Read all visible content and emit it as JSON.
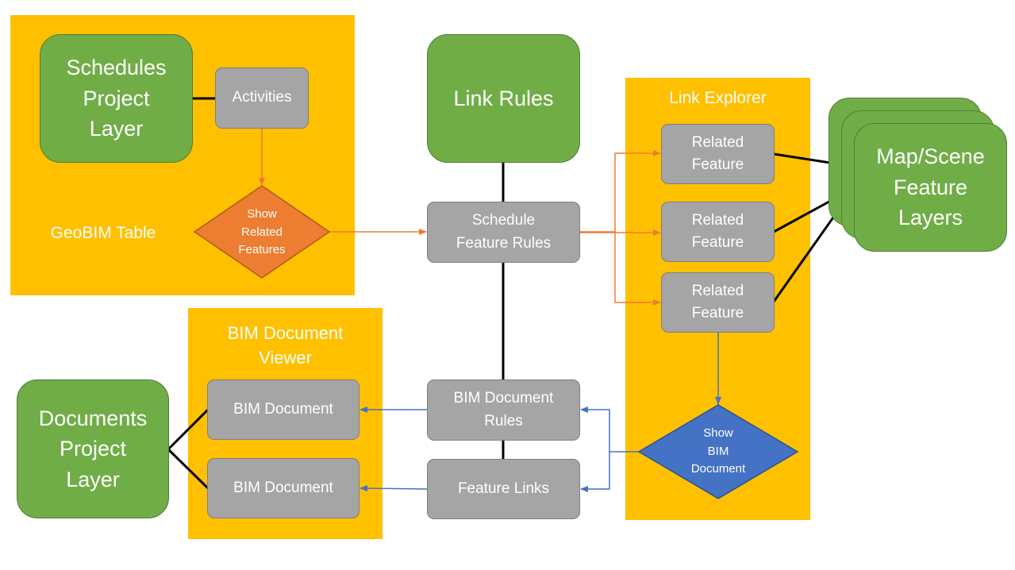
{
  "panels": {
    "geobim_table": "GeoBIM Table",
    "link_explorer": "Link Explorer",
    "bim_viewer": "BIM Document\nViewer"
  },
  "nodes": {
    "schedules_layer": "Schedules\nProject\nLayer",
    "activities": "Activities",
    "show_related": "Show\nRelated\nFeatures",
    "link_rules": "Link Rules",
    "schedule_feature_rules": "Schedule\nFeature Rules",
    "related_feature_1": "Related\nFeature",
    "related_feature_2": "Related\nFeature",
    "related_feature_3": "Related\nFeature",
    "map_scene_layers": "Map/Scene\nFeature\nLayers",
    "bim_document_rules": "BIM Document\nRules",
    "feature_links": "Feature Links",
    "show_bim_document": "Show\nBIM\nDocument",
    "bim_document_1": "BIM Document",
    "bim_document_2": "BIM Document",
    "documents_layer": "Documents\nProject\nLayer"
  },
  "colors": {
    "panel": "#ffc000",
    "green_node": "#70ad47",
    "gray_node": "#a5a5a5",
    "orange_decision": "#ed7d31",
    "blue_decision": "#4472c4",
    "orange_arrow": "#ed7d31",
    "blue_arrow": "#4472c4"
  }
}
